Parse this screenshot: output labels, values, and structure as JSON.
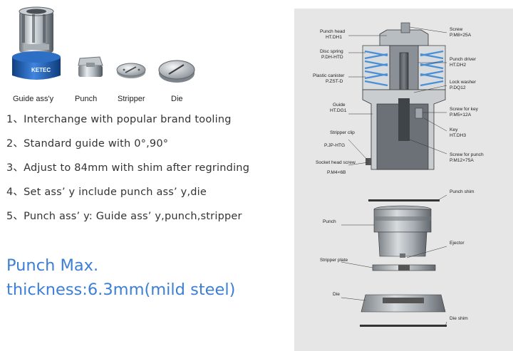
{
  "products": [
    {
      "name": "Guide ass'y",
      "icon": "guide-assembly-icon"
    },
    {
      "name": "Punch",
      "icon": "punch-icon"
    },
    {
      "name": "Stripper",
      "icon": "stripper-icon"
    },
    {
      "name": "Die",
      "icon": "die-icon"
    }
  ],
  "guide_brand": "KETEC",
  "features": [
    "1、Interchange with popular brand tooling",
    "2、Standard guide with 0°,90°",
    "3、Adjust to 84mm with shim after regrinding",
    "4、Set ass’ y include punch ass’ y,die",
    "5、Punch ass’ y: Guide ass’ y,punch,stripper"
  ],
  "highlight": {
    "line1": "Punch Max.",
    "line2": "thickness:6.3mm(mild steel)"
  },
  "diagram": {
    "left_labels": [
      {
        "name": "Punch head",
        "code": "HT.DH1"
      },
      {
        "name": "Disc spring",
        "code": "P.DH-HTD"
      },
      {
        "name": "Plastic canister",
        "code": "P.ZST-D"
      },
      {
        "name": "Guide",
        "code": "HT.DG1"
      },
      {
        "name": "Stripper clip",
        "code": "P.JP-HTG"
      },
      {
        "name": "Socket head screw",
        "code": "P.M4×6B"
      }
    ],
    "right_labels": [
      {
        "name": "Screw",
        "code": "P.M8×25A"
      },
      {
        "name": "Punch driver",
        "code": "HT.DH2"
      },
      {
        "name": "Lock washer",
        "code": "P.DQ12"
      },
      {
        "name": "Screw for key",
        "code": "P.M5×12A"
      },
      {
        "name": "Key",
        "code": "HT.DH3"
      },
      {
        "name": "Screw for punch",
        "code": "P.M12×75A"
      }
    ],
    "lower_labels": {
      "punch_shim": "Punch shim",
      "punch": "Punch",
      "ejector": "Ejector",
      "stripper_plate": "Stripper plate",
      "die": "Die",
      "die_shim": "Die shim"
    }
  },
  "colors": {
    "highlight": "#3d7fd6",
    "guide_blue": "#1f5fb0",
    "panel_bg": "#e6e6e6",
    "spring_blue": "#4a8fd6"
  }
}
